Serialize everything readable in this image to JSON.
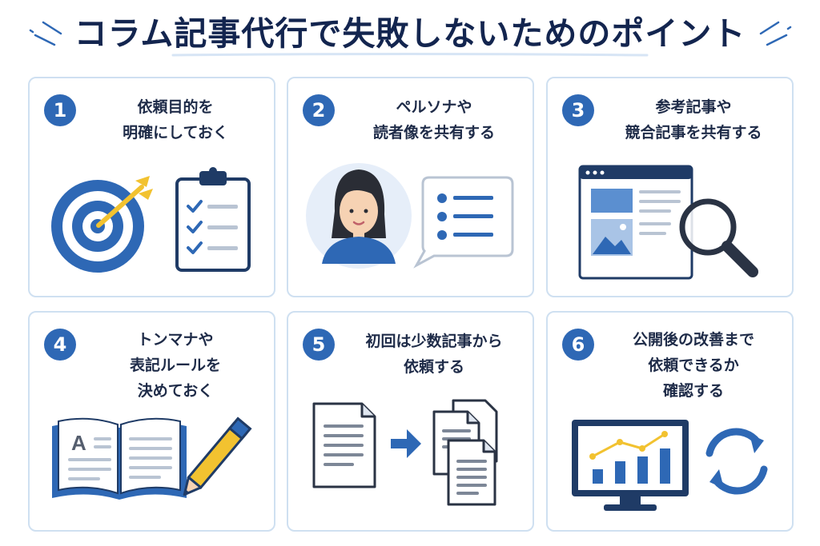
{
  "title": "コラム記事代行で失敗しないためのポイント",
  "colors": {
    "primary": "#2e68b5",
    "navy": "#1f3b66",
    "accent": "#f2c230",
    "border": "#cfe0f1"
  },
  "cards": [
    {
      "number": "1",
      "lines": [
        "依頼目的を",
        "明確にしておく",
        ""
      ],
      "icons": [
        "target-icon",
        "checklist-clipboard-icon"
      ]
    },
    {
      "number": "2",
      "lines": [
        "ペルソナや",
        "読者像を共有する",
        ""
      ],
      "icons": [
        "persona-avatar-icon",
        "speech-bubble-list-icon"
      ]
    },
    {
      "number": "3",
      "lines": [
        "参考記事や",
        "競合記事を共有する",
        ""
      ],
      "icons": [
        "browser-window-icon",
        "magnifier-icon"
      ]
    },
    {
      "number": "4",
      "lines": [
        "トンマナや",
        "表記ルールを",
        "決めておく"
      ],
      "icons": [
        "open-book-icon",
        "pencil-icon"
      ]
    },
    {
      "number": "5",
      "lines": [
        "初回は少数記事から",
        "依頼する",
        ""
      ],
      "icons": [
        "single-document-icon",
        "arrow-right-icon",
        "document-stack-icon"
      ]
    },
    {
      "number": "6",
      "lines": [
        "公開後の改善まで",
        "依頼できるか",
        "確認する"
      ],
      "icons": [
        "analytics-monitor-icon",
        "refresh-cycle-icon"
      ]
    }
  ]
}
